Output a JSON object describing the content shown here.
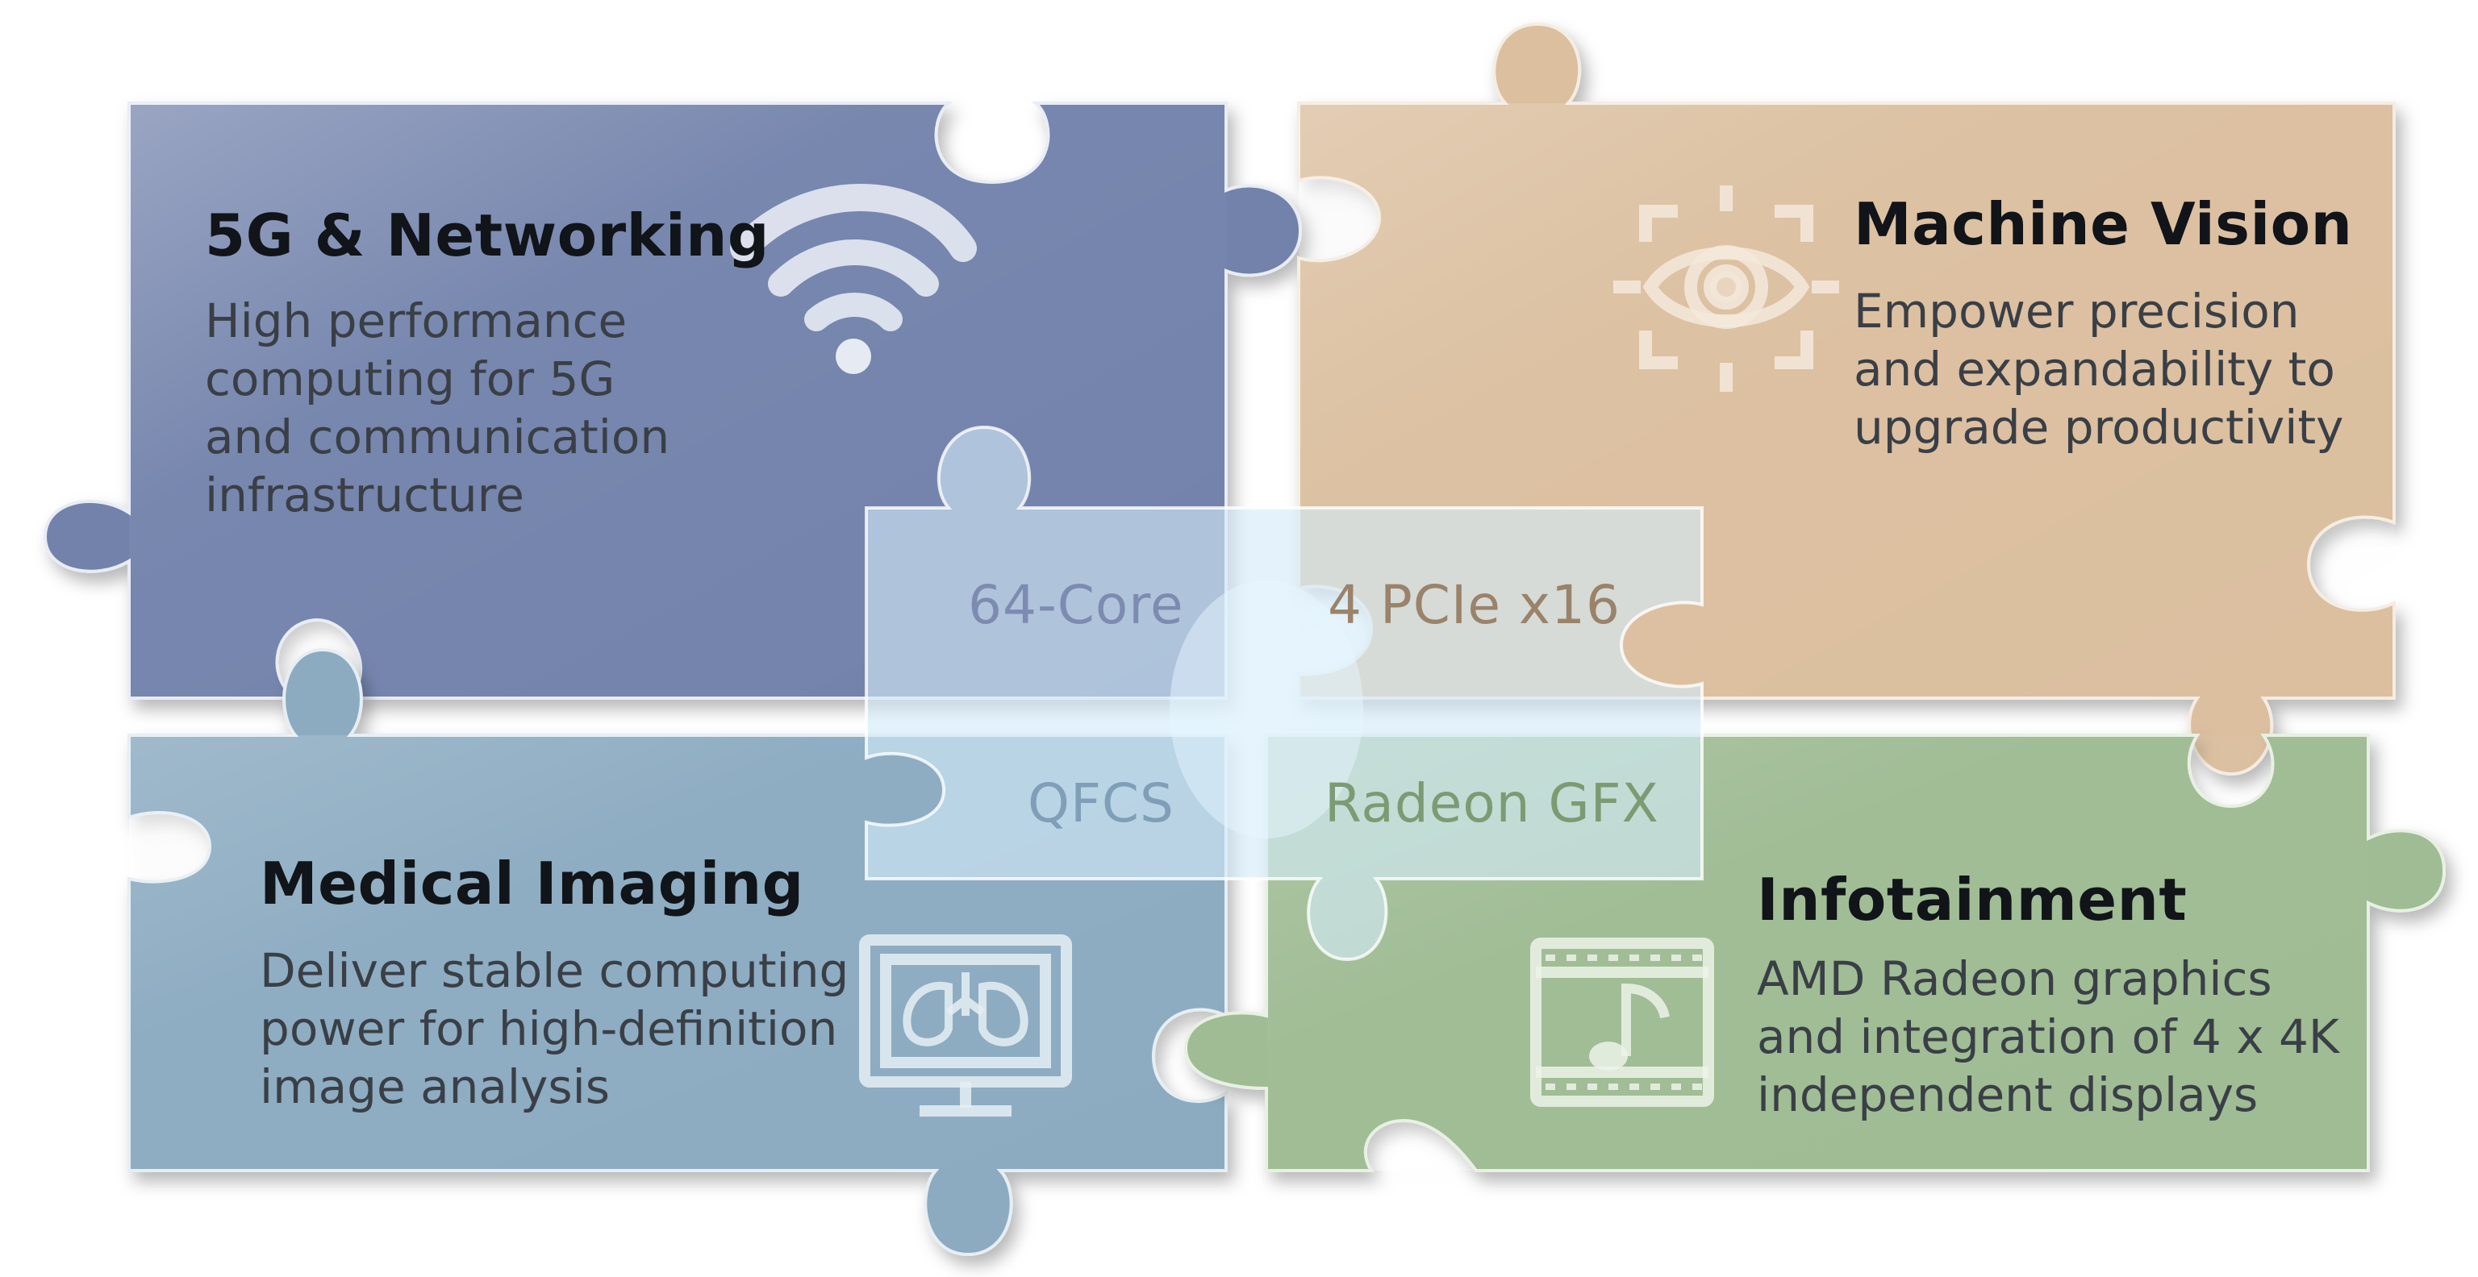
{
  "colors": {
    "networking": "#7282ab",
    "networking_dark": "#5a6a97",
    "vision": "#dbbf9f",
    "vision_dark": "#c7a683",
    "medical": "#8cabc1",
    "medical_dark": "#6d8fa7",
    "infotainment": "#9fbc94",
    "infotainment_dark": "#7ea372",
    "center": "#cfe6f4"
  },
  "pieces": {
    "networking": {
      "title": "5G & Networking",
      "description": [
        "High performance",
        "computing for 5G",
        "and communication",
        "infrastructure"
      ],
      "icon": "wifi-icon"
    },
    "vision": {
      "title": "Machine Vision",
      "description": [
        "Empower precision",
        "and expandability to",
        "upgrade productivity"
      ],
      "icon": "eye-icon"
    },
    "medical": {
      "title": "Medical Imaging",
      "description": [
        "Deliver stable computing",
        "power for high-definition",
        "image analysis"
      ],
      "icon": "lung-monitor-icon"
    },
    "infotainment": {
      "title": "Infotainment",
      "description": [
        "AMD Radeon graphics",
        "and integration of 4 x 4K",
        "independent displays"
      ],
      "icon": "music-video-icon"
    }
  },
  "center": {
    "top_left": "64-Core",
    "top_right": "4 PCIe x16",
    "bottom_left": "QFCS",
    "bottom_right": "Radeon GFX"
  }
}
